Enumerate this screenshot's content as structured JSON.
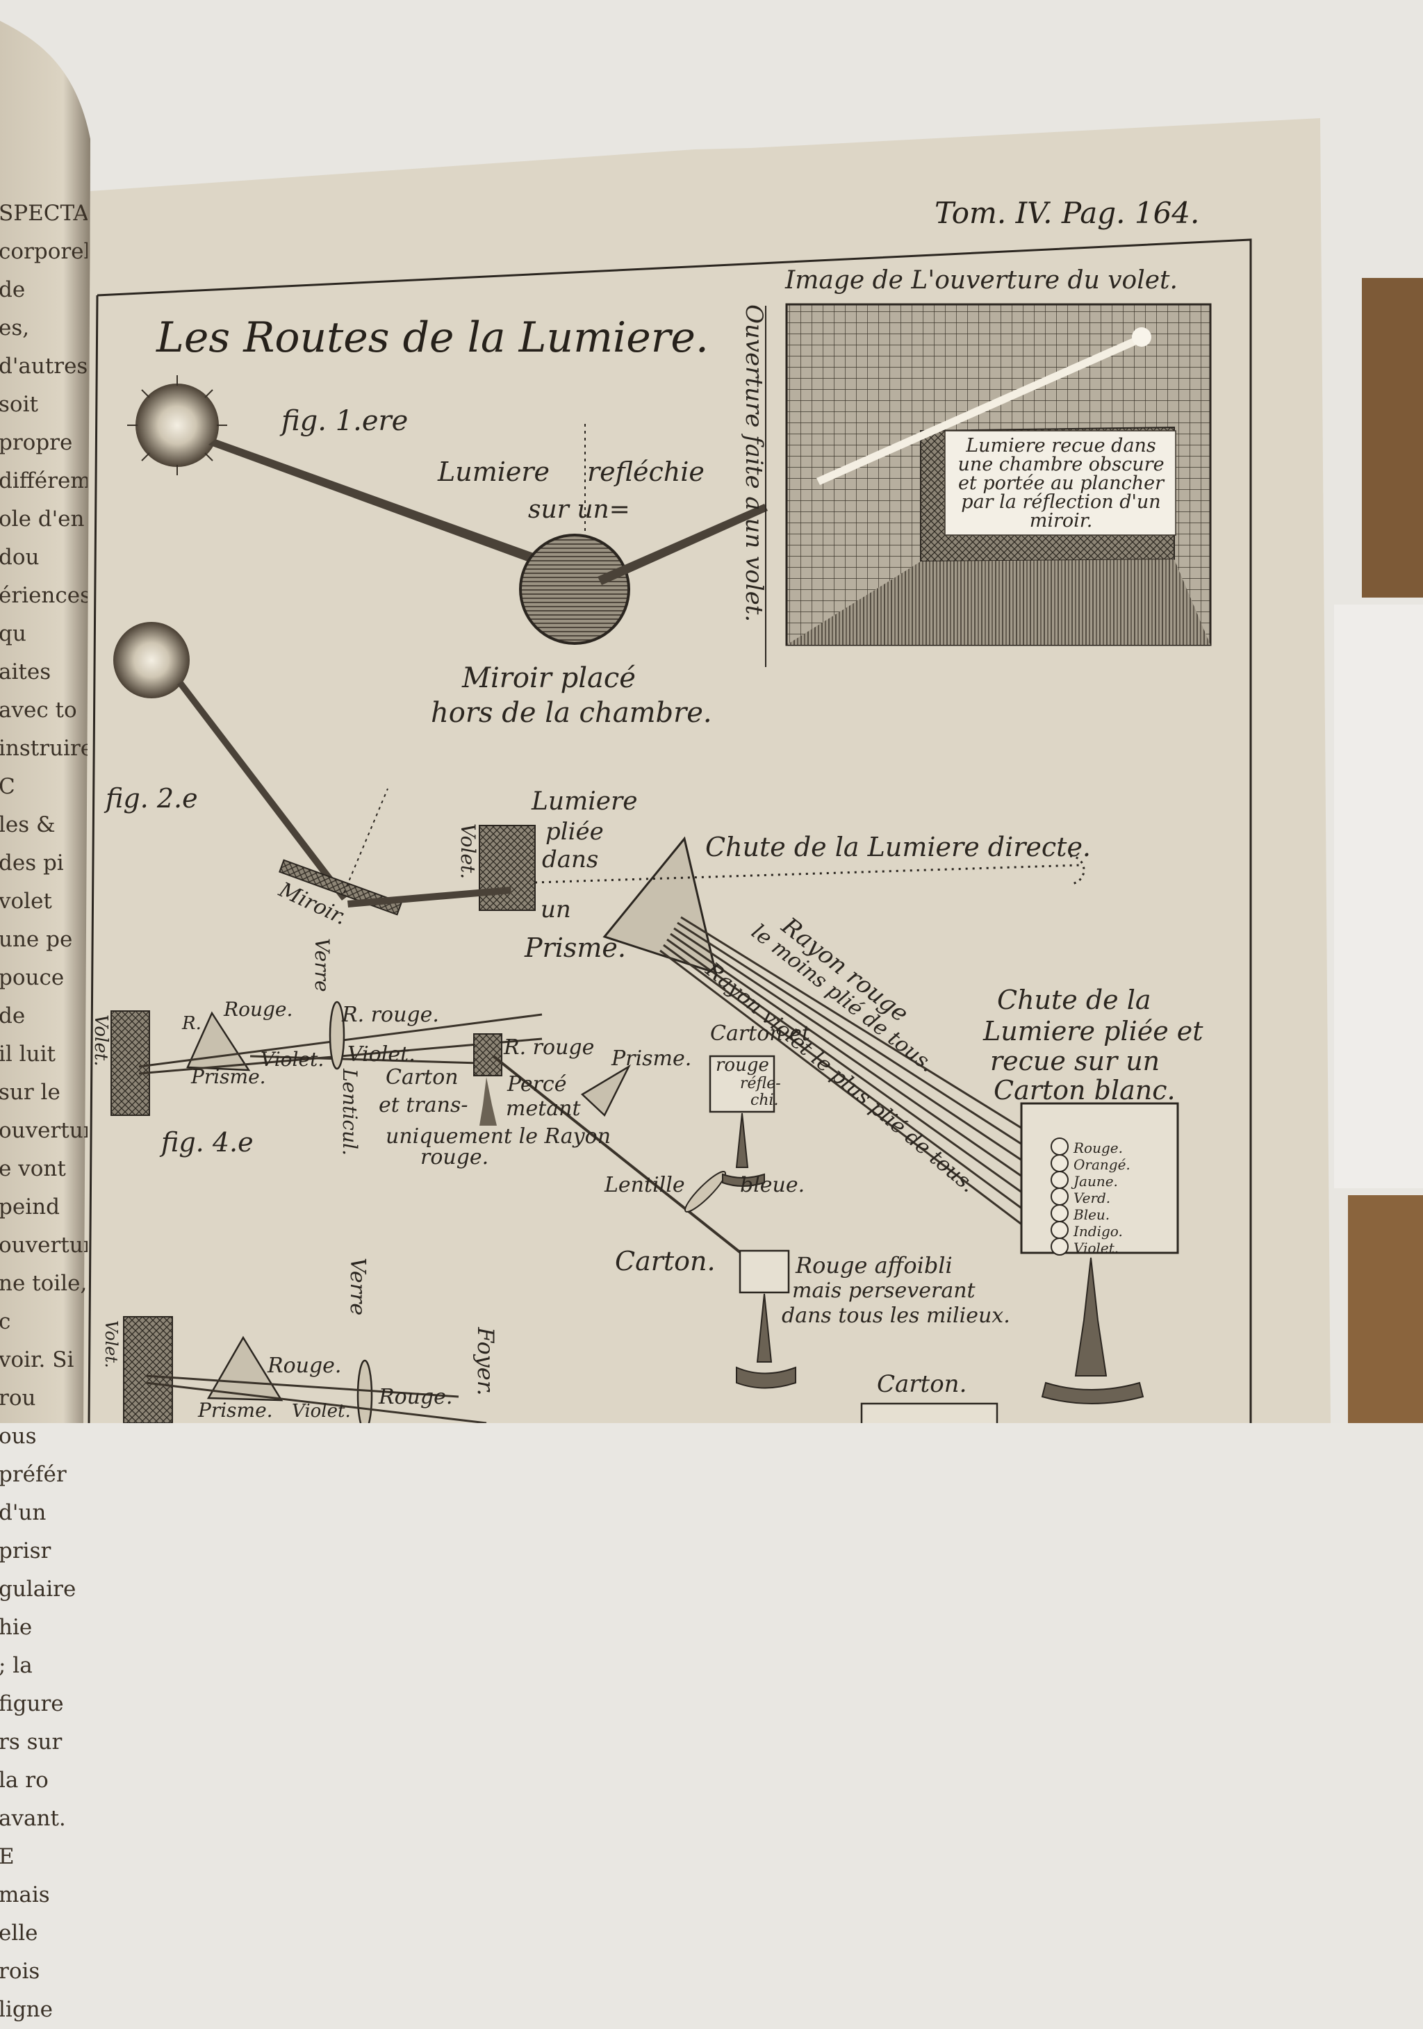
{
  "colors": {
    "wall": "#e9e7e2",
    "paper": "#ddd6c6",
    "ink": "#2b2620",
    "wood": "#7a5634"
  },
  "left_page": {
    "lines": [
      "SPECTAC",
      "corporelle de",
      "es, d'autres",
      "soit propre",
      "différemment",
      "ole d'en dou",
      "ériences qu",
      "aites avec to",
      "instruire. C",
      "les & des pi",
      "volet une pe",
      "pouce de",
      "il luit sur le",
      "ouverture",
      "e vont peind",
      "ouverture",
      "ne toile, c",
      "voir. Si rou",
      "ous préfér",
      "d'un prisr",
      "gulaire hie",
      "; la figure",
      "rs sur la ro",
      "avant. E",
      "mais elle",
      "rois ligne"
    ]
  },
  "plate": {
    "page_ref": "Tom. IV. Pag. 164.",
    "title": "Les Routes de la Lumiere.",
    "fig1": {
      "label": "fig. 1.ere",
      "reflected_1": "Lumiere",
      "reflected_2": "refléchie",
      "reflected_3": "sur un=",
      "mirror_1": "Miroir placé",
      "mirror_2": "hors de la chambre.",
      "shutter_opening": "Ouverture faite a un volet.",
      "image_caption": "Image de L'ouverture du volet.",
      "room_text": [
        "Lumiere recue dans",
        "une chambre obscure",
        "et portée au plancher",
        "par la réflection d'un",
        "miroir."
      ]
    },
    "fig2": {
      "label": "fig. 2.e",
      "volet": "Volet.",
      "miroir": "Miroir.",
      "bent_1": "Lumiere",
      "bent_2": "pliée",
      "bent_3": "dans",
      "bent_4": "un",
      "bent_5": "Prisme.",
      "direct_fall": "Chute de la Lumiere directe.",
      "red_ray": "Rayon rouge",
      "red_ray_2": "le moins plié de tous.",
      "violet_ray": "Rayon violet le plus plié de tous.",
      "fall_1": "Chute de la",
      "fall_2": "Lumiere pliée et",
      "fall_3": "recue sur un",
      "fall_4": "Carton blanc.",
      "spectrum": [
        "Rouge.",
        "Orangé.",
        "Jaune.",
        "Verd.",
        "Bleu.",
        "Indigo.",
        "Violet."
      ]
    },
    "fig4": {
      "label": "fig. 4.e",
      "volet": "Volet.",
      "r": "R.",
      "rouge": "Rouge.",
      "prisme": "Prisme.",
      "violet": "Violet.",
      "verre": "Verre",
      "r_rouge": "R. rouge.",
      "violet2": "Violet.",
      "lenticul": "Lenticul.",
      "r_rouge2": "R. rouge",
      "prisme2": "Prisme.",
      "carton_1": "Carton",
      "carton_2": "et trans-",
      "perce_1": "Percé",
      "perce_2": "metant",
      "uniq": "uniquement le Rayon",
      "rouge_end": "rouge.",
      "carton_top": "Carton et",
      "rouge_box": "rouge",
      "refle": "réfle-",
      "chi": "chi.",
      "lentille": "Lentille",
      "bleue": "bleue.",
      "carton_low": "Carton.",
      "affoibli_1": "Rouge affoibli",
      "affoibli_2": "mais perseverant",
      "affoibli_3": "dans tous les milieux."
    },
    "fig5": {
      "volet": "Volet.",
      "rouge": "Rouge.",
      "verre": "Verre",
      "rouge2": "Rouge.",
      "prisme": "Prisme.",
      "violet": "Violet.",
      "foyer": "Foyer.",
      "carton": "Carton."
    }
  }
}
